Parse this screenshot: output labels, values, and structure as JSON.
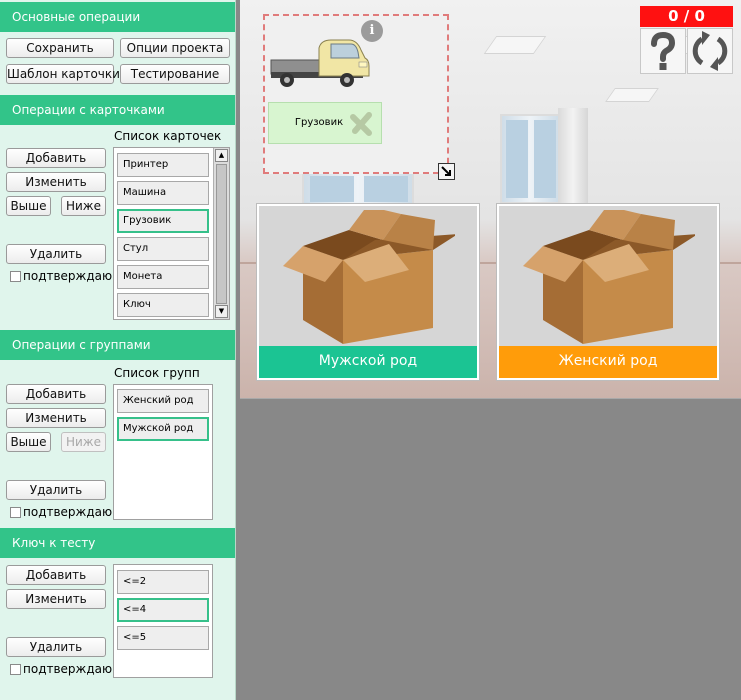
{
  "sections": {
    "basic": {
      "title": "Основные операции",
      "save": "Сохранить",
      "project_options": "Опции проекта",
      "card_template": "Шаблон карточки",
      "testing": "Тестирование"
    },
    "cards": {
      "title": "Операции с карточками",
      "add": "Добавить",
      "edit": "Изменить",
      "up": "Выше",
      "down": "Ниже",
      "delete": "Удалить",
      "confirm": "подтверждаю",
      "list_label": "Список карточек",
      "items": [
        "Принтер",
        "Машина",
        "Грузовик",
        "Стул",
        "Монета",
        "Ключ"
      ],
      "selected_index": 2
    },
    "groups": {
      "title": "Операции с группами",
      "add": "Добавить",
      "edit": "Изменить",
      "up": "Выше",
      "down": "Ниже",
      "delete": "Удалить",
      "confirm": "подтверждаю",
      "list_label": "Список групп",
      "items": [
        "Женский род",
        "Мужской род"
      ],
      "selected_index": 1
    },
    "test_key": {
      "title": "Ключ к тесту",
      "add": "Добавить",
      "edit": "Изменить",
      "delete": "Удалить",
      "confirm": "подтверждаю",
      "items": [
        "<=2",
        "<=4",
        "<=5"
      ],
      "selected_index": 1
    }
  },
  "stage": {
    "card": {
      "label": "Грузовик",
      "icons": {
        "info": "info-icon",
        "image": "truck-image",
        "close": "close-x-icon",
        "resize": "resize-handle-icon"
      }
    },
    "groups": [
      {
        "label": "Мужской род",
        "color": "#1bc493",
        "icon": "cardboard-box-image"
      },
      {
        "label": "Женский род",
        "color": "#ff9c0a",
        "icon": "cardboard-box-image"
      }
    ],
    "score": "0 / 0",
    "controls": {
      "help": "question-mark-icon",
      "reset": "refresh-icon"
    }
  },
  "colors": {
    "accent": "#32c489",
    "panel_bg": "#e0f5ec",
    "score_bg": "#ff1111",
    "card_border": "#e07b7b"
  }
}
